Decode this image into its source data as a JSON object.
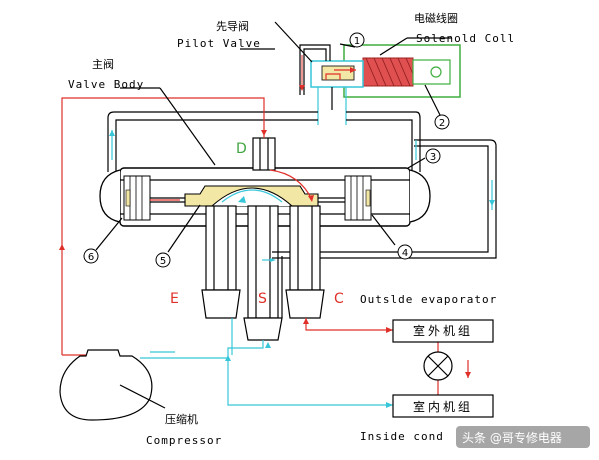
{
  "labels": {
    "pilot_cn": "先导阀",
    "pilot_en": "Pilot Valve",
    "coil_cn": "电磁线圈",
    "coil_en": "Solenold Coll",
    "body_cn": "主阀",
    "body_en": "Valve Body",
    "port_d": "D",
    "port_e": "E",
    "port_s": "S",
    "port_c": "C",
    "outside_evap": "Outslde evaporator",
    "outdoor_unit": "室外机组",
    "indoor_unit": "室内机组",
    "compressor_cn": "压缩机",
    "compressor_en": "Compressor",
    "inside_cond": "Inside cond",
    "watermark": "头条 @哥专修电器"
  },
  "callouts": [
    "1",
    "2",
    "3",
    "4",
    "5",
    "6"
  ],
  "colors": {
    "refrigerant_hot": "#e0302a",
    "refrigerant_cold": "#37c6d8",
    "coil_green": "#3fae3f",
    "slider_yellow": "#f3e7a6",
    "outline": "#000000"
  }
}
